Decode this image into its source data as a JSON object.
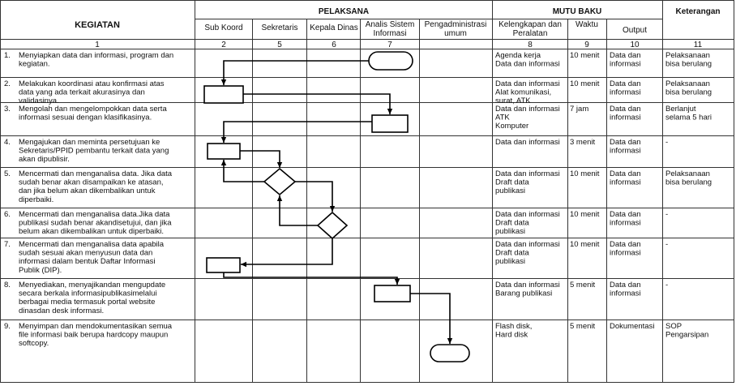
{
  "header": {
    "kegiatan": "KEGIATAN",
    "pelaksana": "PELAKSANA",
    "mutu_baku": "MUTU BAKU",
    "keterangan": "Keterangan",
    "sub_koord": "Sub Koord",
    "sekretaris": "Sekretaris",
    "kepala_dinas": "Kepala Dinas",
    "analis": [
      "Analis Sistem",
      "Informasi"
    ],
    "pengadministrasi": [
      "Pengadministrasi",
      "umum"
    ],
    "kelengkapan": [
      "Kelengkapan dan",
      "Peralatan"
    ],
    "waktu": "Waktu",
    "output": "Output"
  },
  "col_numbers": [
    "1",
    "2",
    "5",
    "6",
    "7",
    "",
    "8",
    "9",
    "10",
    "11"
  ],
  "rows": [
    {
      "no": "1.",
      "activity": [
        "Menyiapkan data dan informasi, program dan",
        "kegiatan."
      ],
      "kelengkapan": [
        "Agenda kerja",
        "Data dan informasi"
      ],
      "waktu": "10 menit",
      "output": [
        "Data dan",
        "informasi"
      ],
      "keterangan": [
        "Pelaksanaan",
        "bisa berulang"
      ]
    },
    {
      "no": "2.",
      "activity": [
        "Melakukan koordinasi atau konfirmasi atas",
        "data yang ada terkait akurasinya dan",
        "validasinya."
      ],
      "kelengkapan": [
        "Data dan informasi",
        "Alat komunikasi,",
        "surat, ATK"
      ],
      "waktu": "10 menit",
      "output": [
        "Data dan",
        "informasi"
      ],
      "keterangan": [
        "Pelaksanaan",
        "bisa berulang"
      ]
    },
    {
      "no": "3.",
      "activity": [
        "Mengolah dan mengelompokkan data serta",
        "informasi sesuai dengan klasifikasinya."
      ],
      "kelengkapan": [
        "Data dan informasi",
        "ATK",
        "Komputer"
      ],
      "waktu": "7 jam",
      "output": [
        "Data dan",
        "informasi"
      ],
      "keterangan": [
        "Berlanjut",
        "selama 5 hari"
      ]
    },
    {
      "no": "4.",
      "activity": [
        "Mengajukan dan meminta persetujuan ke",
        "Sekretaris/PPID pembantu terkait data yang",
        "akan dipublisir."
      ],
      "kelengkapan": [
        "Data dan informasi"
      ],
      "waktu": "3 menit",
      "output": [
        "Data dan",
        "informasi"
      ],
      "keterangan": [
        "-"
      ]
    },
    {
      "no": "5.",
      "activity": [
        "Mencermati dan menganalisa data. Jika data",
        "sudah benar akan disampaikan ke atasan,",
        "dan jika belum akan dikembalikan untuk",
        "diperbaiki."
      ],
      "kelengkapan": [
        "Data dan informasi",
        "Draft data",
        "publikasi"
      ],
      "waktu": "10 menit",
      "output": [
        "Data dan",
        "informasi"
      ],
      "keterangan": [
        "Pelaksanaan",
        "bisa berulang"
      ]
    },
    {
      "no": "6.",
      "activity": [
        "Mencermati dan menganalisa data.Jika data",
        "publikasi sudah benar akandisetujui, dan jika",
        "belum akan dikembalikan untuk diperbaiki."
      ],
      "kelengkapan": [
        "Data dan informasi",
        "Draft data",
        "publikasi"
      ],
      "waktu": "10 menit",
      "output": [
        "Data dan",
        "informasi"
      ],
      "keterangan": [
        "-"
      ]
    },
    {
      "no": "7.",
      "activity": [
        "Mencermati dan menganalisa data apabila",
        "sudah sesuai akan menyusun data dan",
        "informasi dalam bentuk Daftar Informasi",
        "Publik (DIP)."
      ],
      "kelengkapan": [
        "Data dan informasi",
        "Draft data",
        "publikasi"
      ],
      "waktu": "10 menit",
      "output": [
        "Data dan",
        "informasi"
      ],
      "keterangan": [
        "-"
      ]
    },
    {
      "no": "8.",
      "activity": [
        "Menyediakan, menyajikandan mengupdate",
        "secara berkala informasipublikasimelalui",
        "berbagai media termasuk portal website",
        "dinasdan desk informasi."
      ],
      "kelengkapan": [
        "Data dan informasi",
        "Barang publikasi"
      ],
      "waktu": "5 menit",
      "output": [
        "Data dan",
        "informasi"
      ],
      "keterangan": [
        "-"
      ]
    },
    {
      "no": "9.",
      "activity": [
        "Menyimpan dan mendokumentasikan semua",
        "file informasi baik berupa hardcopy maupun",
        "softcopy."
      ],
      "kelengkapan": [
        "Flash disk,",
        "Hard disk"
      ],
      "waktu": "5 menit",
      "output": [
        "Dokumentasi"
      ],
      "keterangan": [
        "SOP",
        "Pengarsipan"
      ]
    }
  ]
}
